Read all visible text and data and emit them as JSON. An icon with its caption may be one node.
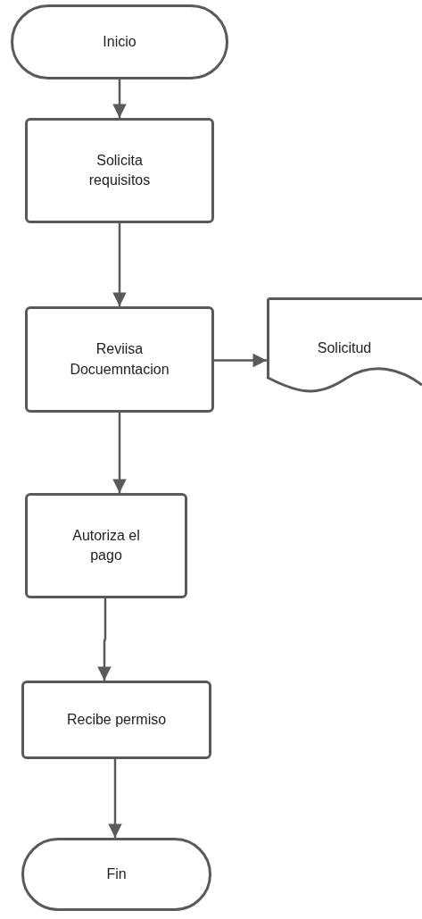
{
  "diagram": {
    "nodes": [
      {
        "text": [
          "Inicio"
        ]
      },
      {
        "text": [
          "Solicita requisitos"
        ]
      },
      {
        "text": [
          "Reviisa Docuemntacion"
        ]
      },
      {
        "text": [
          "Solicitud"
        ]
      },
      {
        "text": [
          "Autoriza el pago"
        ]
      },
      {
        "text": [
          "Recibe permiso"
        ]
      },
      {
        "text": [
          "Fin"
        ]
      }
    ],
    "edges": [
      {
        "from": 0,
        "to": 1,
        "arrow": "to"
      },
      {
        "from": 1,
        "to": 2,
        "arrow": "to"
      },
      {
        "from": 2,
        "to": 3,
        "arrow": "to"
      },
      {
        "from": 2,
        "to": 4,
        "arrow": "to"
      },
      {
        "from": 4,
        "to": 5,
        "arrow": "to"
      },
      {
        "from": 5,
        "to": 6,
        "arrow": "to"
      }
    ]
  }
}
